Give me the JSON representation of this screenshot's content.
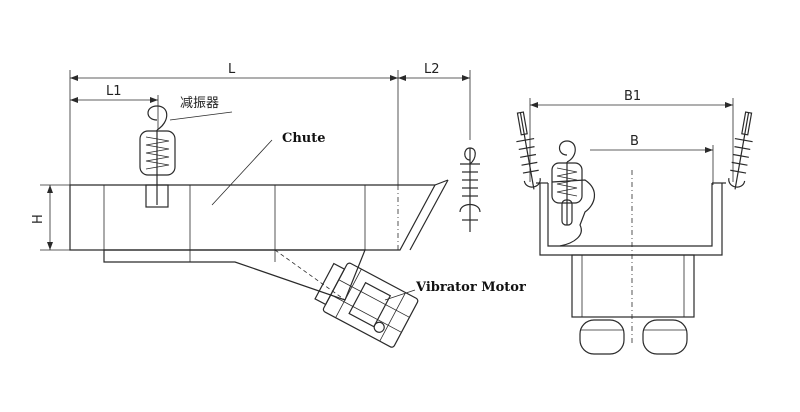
{
  "labels": {
    "L": "L",
    "L1": "L1",
    "L2": "L2",
    "H": "H",
    "B1": "B1",
    "B": "B",
    "damper": "减振器",
    "chute": "Chute",
    "motor": "Vibrator Motor"
  }
}
